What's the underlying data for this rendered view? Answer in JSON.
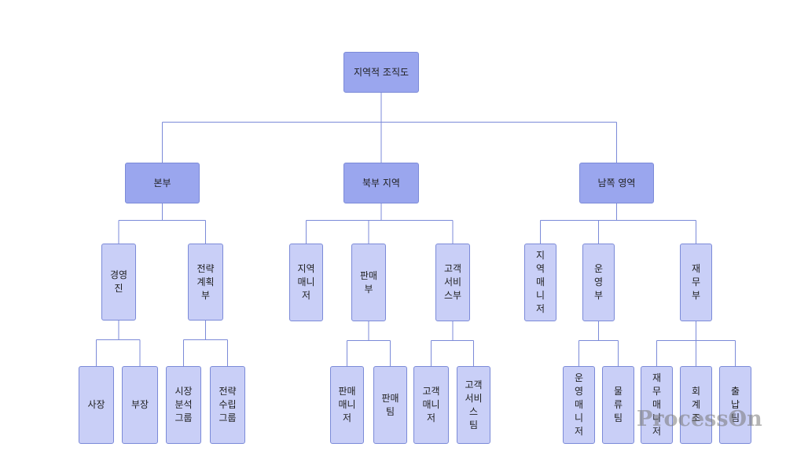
{
  "root": "지역적 조직도",
  "regions": [
    {
      "label": "본부",
      "groups": [
        {
          "label": "경영\n진",
          "children": [
            "사장",
            "부장"
          ]
        },
        {
          "label": "전략\n계획\n부",
          "children": [
            "시장\n분석\n그룹",
            "전략\n수립\n그룹"
          ]
        }
      ]
    },
    {
      "label": "북부 지역",
      "groups": [
        {
          "label": "지역\n매니\n저",
          "children": []
        },
        {
          "label": "판매\n부",
          "children": [
            "판매\n매니\n저",
            "판매\n팀"
          ]
        },
        {
          "label": "고객\n서비\n스부",
          "children": [
            "고객\n매니\n저",
            "고객\n서비\n스\n팀"
          ]
        }
      ]
    },
    {
      "label": "남쪽 영역",
      "groups": [
        {
          "label": "지\n역\n매\n니\n저",
          "children": []
        },
        {
          "label": "운\n영\n부",
          "children": [
            "운\n영\n매\n니\n저",
            "물\n류\n팀"
          ]
        },
        {
          "label": "재\n무\n부",
          "children": [
            "재\n무\n매\n니\n저",
            "회\n계\n조",
            "출\n납\n팀"
          ]
        }
      ]
    }
  ],
  "watermark": "ProcessOn",
  "colors": {
    "line": "#7b8ad8",
    "dark_box": "#9aa6ee",
    "light_box": "#c9cff7"
  }
}
